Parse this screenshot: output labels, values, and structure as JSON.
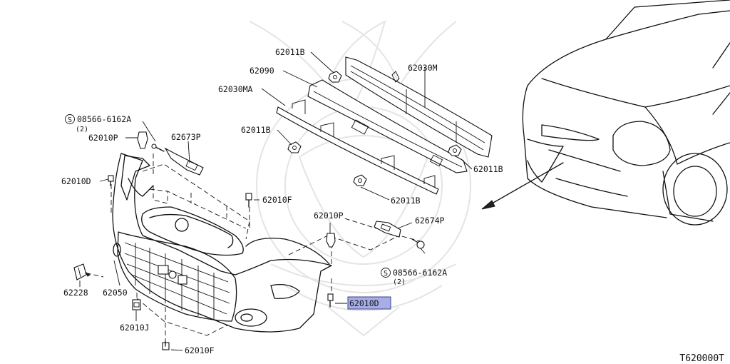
{
  "diagram_id": "T620000T",
  "labels": {
    "p62011b_top": "62011B",
    "p62090": "62090",
    "p62030m": "62030M",
    "p62030ma": "62030MA",
    "p62011b_left": "62011B",
    "p62011b_right": "62011B",
    "p62011b_bottom": "62011B",
    "screw_left": "08566-6162A",
    "screw_left_qty": "(2)",
    "p62010p_left": "62010P",
    "p62673p": "62673P",
    "p62010d_left": "62010D",
    "p62010f_mid": "62010F",
    "p62010p_right": "62010P",
    "p62674p": "62674P",
    "screw_right": "08566-6162A",
    "screw_right_qty": "(2)",
    "p62228": "62228",
    "p62050": "62050",
    "p62010d_highlight": "62010D",
    "p62010j": "62010J",
    "p62010f_bottom": "62010F"
  },
  "symbols": {
    "standard_part": "S"
  },
  "colors": {
    "highlight": "#a7aee6"
  }
}
